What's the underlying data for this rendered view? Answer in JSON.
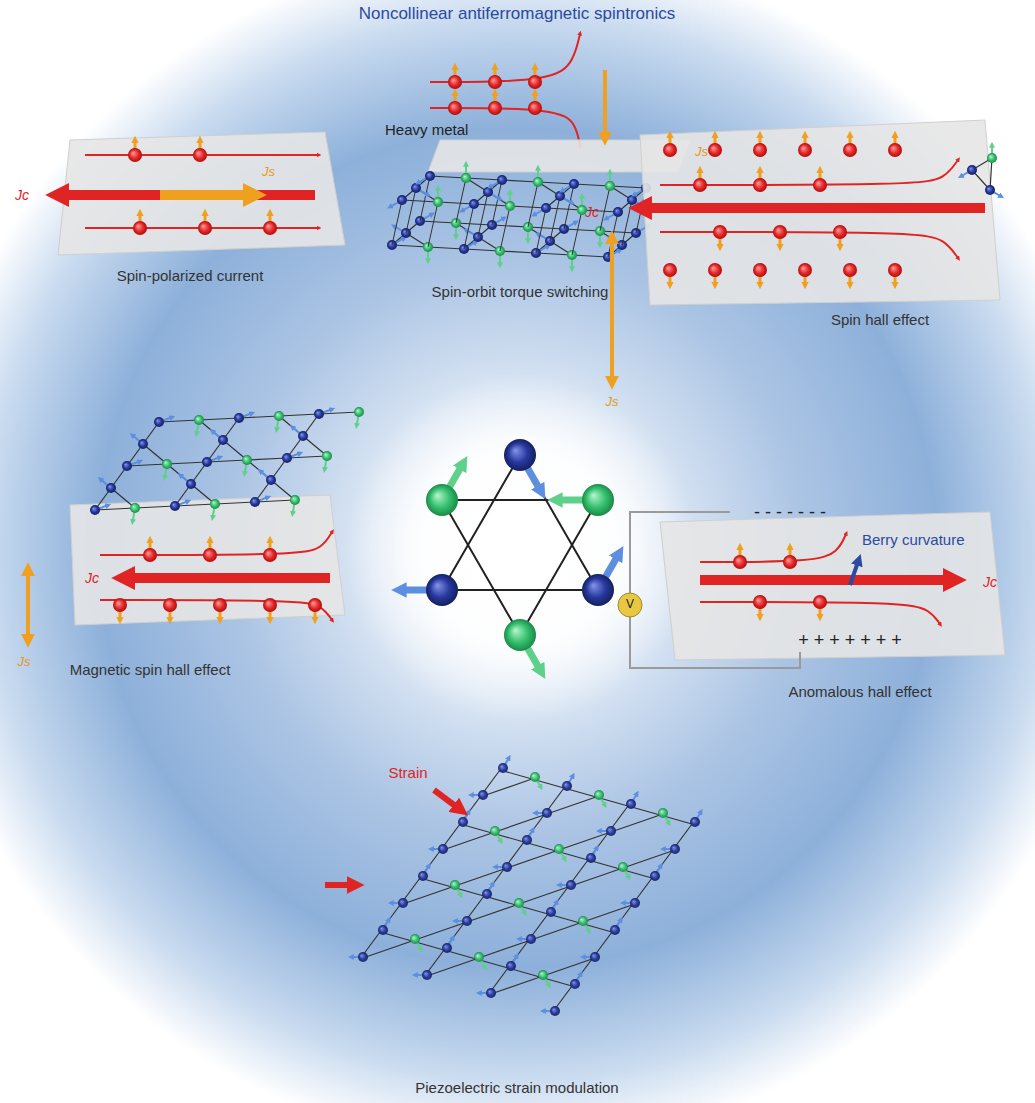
{
  "diagram": {
    "title": "Noncollinear antiferromagnetic spintronics",
    "labels": [
      "Heavy metal",
      "Js",
      "Spin-orbit torque switching",
      "Jc",
      "Js",
      "Spin-polarized current",
      "Jc",
      "Js",
      "Spin hall effect",
      "Jc",
      "Js",
      "Magnetic spin hall effect",
      "Berry curvature",
      "- - - - - - -",
      "V",
      "+ + + + + + +",
      "Jc",
      "Anomalous hall effect",
      "Strain",
      "Piezoelectric strain modulation"
    ]
  }
}
